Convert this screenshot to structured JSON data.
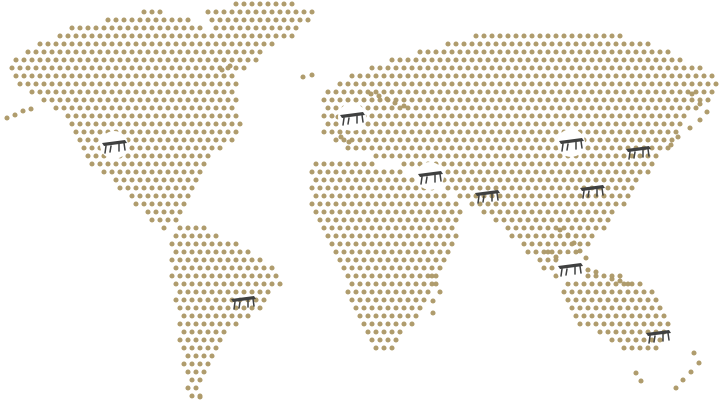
{
  "colors": {
    "land_dot": "#ad9a6a",
    "table_fill": "#3f4040",
    "highlight_fill": "#ffffff"
  },
  "markers": [
    {
      "icon": "table-icon",
      "highlighted": true,
      "region": "north-america-west"
    },
    {
      "icon": "table-icon",
      "highlighted": false,
      "region": "south-america"
    },
    {
      "icon": "table-icon",
      "highlighted": true,
      "region": "western-europe"
    },
    {
      "icon": "table-icon",
      "highlighted": true,
      "region": "middle-east"
    },
    {
      "icon": "table-icon",
      "highlighted": false,
      "region": "south-asia"
    },
    {
      "icon": "table-icon",
      "highlighted": true,
      "region": "east-asia-north"
    },
    {
      "icon": "table-icon",
      "highlighted": false,
      "region": "east-asia-coast"
    },
    {
      "icon": "table-icon",
      "highlighted": false,
      "region": "japan"
    },
    {
      "icon": "table-icon",
      "highlighted": true,
      "region": "southeast-asia"
    },
    {
      "icon": "table-icon",
      "highlighted": false,
      "region": "australia-east"
    }
  ]
}
